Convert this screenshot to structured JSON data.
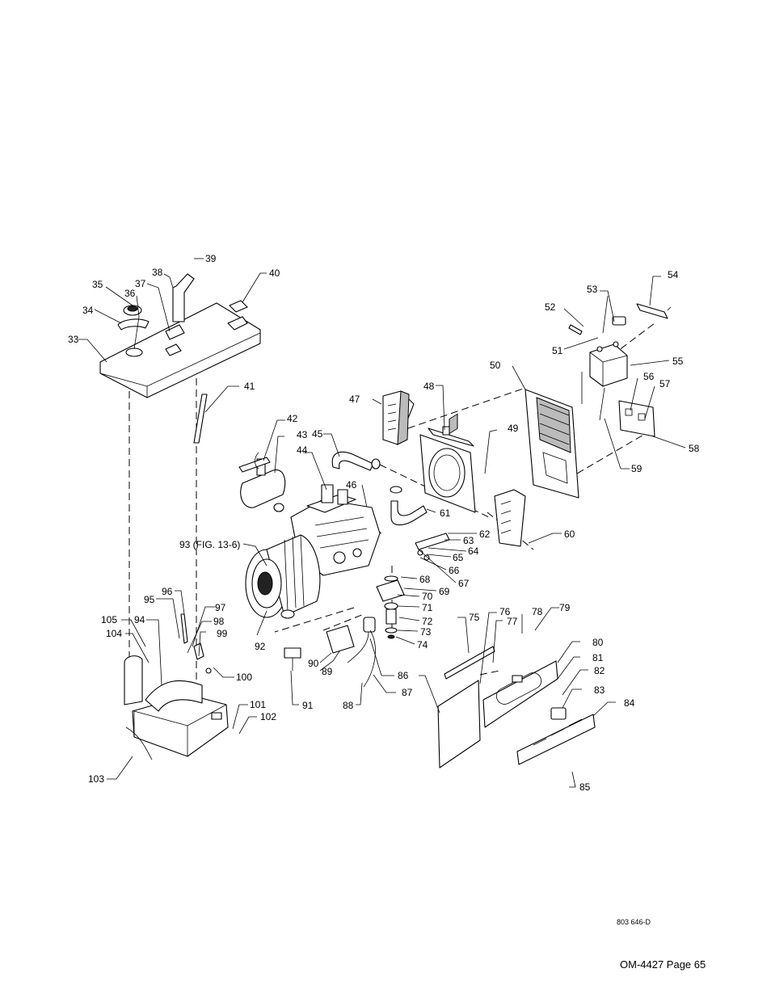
{
  "callouts": {
    "c33": "33",
    "c34": "34",
    "c35": "35",
    "c36": "36",
    "c37": "37",
    "c38": "38",
    "c39": "39",
    "c40": "40",
    "c41": "41",
    "c42": "42",
    "c43": "43",
    "c44": "44",
    "c45": "45",
    "c46": "46",
    "c47": "47",
    "c48": "48",
    "c49": "49",
    "c50": "50",
    "c51": "51",
    "c52": "52",
    "c53": "53",
    "c54": "54",
    "c55": "55",
    "c56": "56",
    "c57": "57",
    "c58": "58",
    "c59": "59",
    "c60": "60",
    "c61": "61",
    "c62": "62",
    "c63": "63",
    "c64": "64",
    "c65": "65",
    "c66": "66",
    "c67": "67",
    "c68": "68",
    "c69": "69",
    "c70": "70",
    "c71": "71",
    "c72": "72",
    "c73": "73",
    "c74": "74",
    "c75": "75",
    "c76": "76",
    "c77": "77",
    "c78": "78",
    "c79": "79",
    "c80": "80",
    "c81": "81",
    "c82": "82",
    "c83": "83",
    "c84": "84",
    "c85": "85",
    "c86": "86",
    "c87": "87",
    "c88": "88",
    "c89": "89",
    "c90": "90",
    "c91": "91",
    "c92": "92",
    "c93": "93 (FIG. 13-6)",
    "c94": "94",
    "c95": "95",
    "c96": "96",
    "c97": "97",
    "c98": "98",
    "c99": "99",
    "c100": "100",
    "c101": "101",
    "c102": "102",
    "c103": "103",
    "c104": "104",
    "c105": "105"
  },
  "drawing_number": "803 646-D",
  "page_footer": "OM-4427 Page 65"
}
